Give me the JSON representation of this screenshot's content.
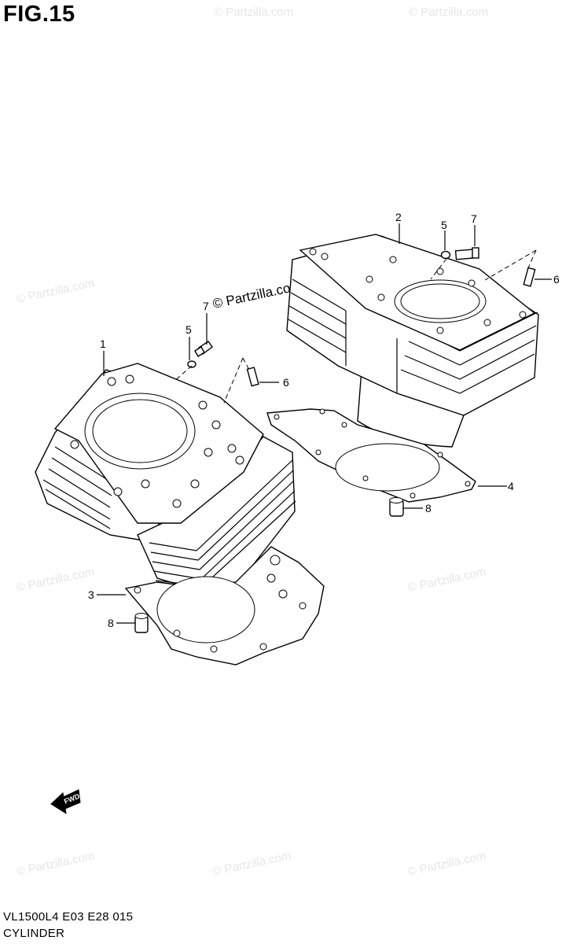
{
  "figure": {
    "title": "FIG.15"
  },
  "footer": {
    "code": "VL1500L4  E03  E28  015",
    "name": "CYLINDER"
  },
  "watermark": {
    "text": "© Partzilla.com"
  },
  "fwd": {
    "label": "FWD"
  },
  "callouts": {
    "front_cylinder": "1",
    "rear_cylinder": "2",
    "front_gasket": "3",
    "rear_gasket": "4",
    "washer_front": "5",
    "washer_rear": "5",
    "union_front": "7",
    "union_rear": "7",
    "stud_front": "6",
    "stud_rear": "6",
    "dowel_front": "8",
    "dowel_rear": "8"
  }
}
